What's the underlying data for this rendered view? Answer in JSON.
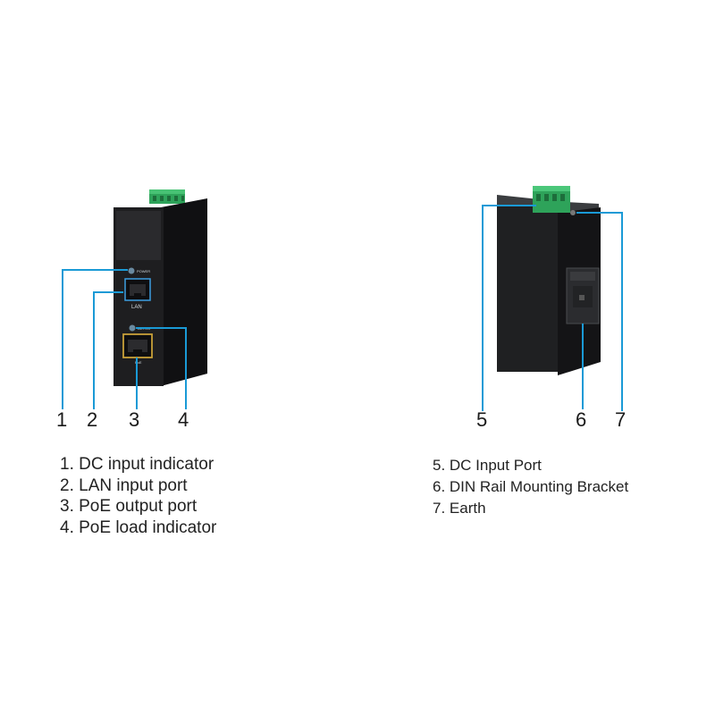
{
  "device_front": {
    "power_label": "POWER",
    "lan_label": "LAN",
    "active_label": "ACTIVE",
    "poe_label": "PoE"
  },
  "callouts": {
    "left": [
      "1",
      "2",
      "3",
      "4"
    ],
    "right": [
      "5",
      "6",
      "7"
    ]
  },
  "legend": {
    "left": [
      "1. DC input indicator",
      "2. LAN input port",
      "3. PoE output port",
      "4. PoE load indicator"
    ],
    "right": [
      "5. DC Input Port",
      "6. DIN Rail Mounting Bracket",
      "7. Earth"
    ]
  },
  "colors": {
    "callout_line": "#1a9ad6",
    "device_body": "#1c1c1e",
    "terminal_block": "#2ea35a",
    "led": "#6a8aa0"
  }
}
